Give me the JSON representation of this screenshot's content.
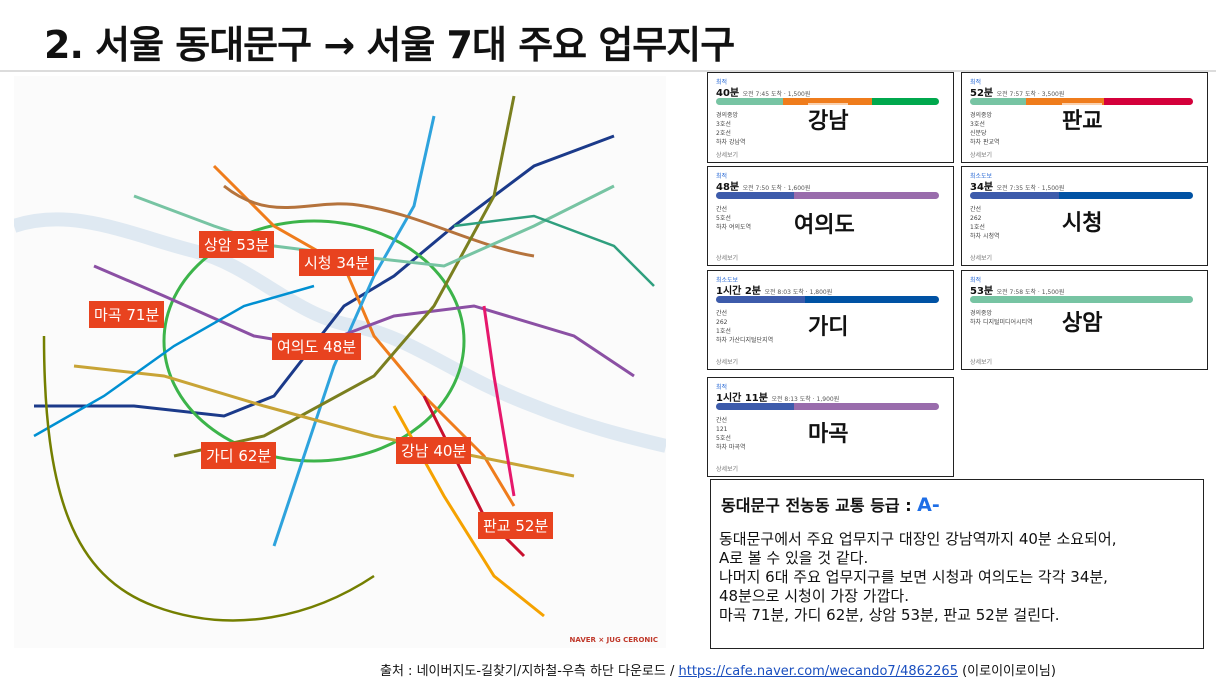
{
  "title": {
    "prefix": "2. 서울 ",
    "bold": "동대문구",
    "suffix": " → 서울 7대 주요 업무지구"
  },
  "map": {
    "credit": "NAVER × JUG CERONIC",
    "tags": [
      {
        "text": "상암 53분"
      },
      {
        "text": "시청 34분"
      },
      {
        "text": "마곡 71분"
      },
      {
        "text": "여의도 48분"
      },
      {
        "text": "강남 40분"
      },
      {
        "text": "가디 62분"
      },
      {
        "text": "판교 52분"
      }
    ]
  },
  "cards": [
    {
      "name": "강남",
      "kind": "최적",
      "time": "40분",
      "detail": "오전 7:45 도착 · 1,500원",
      "rows": [
        "경의중앙",
        "3호선",
        "2호선",
        "하차 강남역"
      ],
      "more": "상세보기",
      "colors": [
        "#77c4a3",
        "#ef7c1c",
        "#00a84d"
      ]
    },
    {
      "name": "판교",
      "kind": "최적",
      "time": "52분",
      "detail": "오전 7:57 도착 · 3,500원",
      "rows": [
        "경의중앙",
        "3호선",
        "신분당",
        "하차 판교역"
      ],
      "more": "상세보기",
      "colors": [
        "#77c4a3",
        "#ef7c1c",
        "#d4003b"
      ]
    },
    {
      "name": "여의도",
      "kind": "최적",
      "time": "48분",
      "detail": "오전 7:50 도착 · 1,600원",
      "rows": [
        "간선",
        "5호선",
        "하차 여의도역"
      ],
      "more": "상세보기",
      "colors": [
        "#3d5bab",
        "#996cac"
      ]
    },
    {
      "name": "시청",
      "kind": "최소도보",
      "time": "34분",
      "detail": "오전 7:35 도착 · 1,500원",
      "rows": [
        "간선",
        "262",
        "1호선",
        "하차 시청역"
      ],
      "more": "상세보기",
      "colors": [
        "#3d5bab",
        "#0052a4"
      ]
    },
    {
      "name": "가디",
      "kind": "최소도보",
      "time": "1시간 2분",
      "detail": "오전 8:03 도착 · 1,800원",
      "rows": [
        "간선",
        "262",
        "1호선",
        "하차 가산디지털단지역"
      ],
      "more": "상세보기",
      "colors": [
        "#3d5bab",
        "#0052a4"
      ]
    },
    {
      "name": "상암",
      "kind": "최적",
      "time": "53분",
      "detail": "오전 7:58 도착 · 1,500원",
      "rows": [
        "경의중앙",
        "하차 디지털미디어시티역"
      ],
      "more": "상세보기",
      "colors": [
        "#77c4a3"
      ]
    },
    {
      "name": "마곡",
      "kind": "최적",
      "time": "1시간 11분",
      "detail": "오전 8:13 도착 · 1,900원",
      "rows": [
        "간선",
        "121",
        "5호선",
        "하차 마곡역"
      ],
      "more": "상세보기",
      "colors": [
        "#3d5bab",
        "#996cac"
      ]
    }
  ],
  "info": {
    "heading": "동대문구 전농동 교통 등급 : ",
    "grade": "A-",
    "lines": [
      "동대문구에서 주요 업무지구 대장인 강남역까지 40분 소요되어,",
      "A로 볼 수 있을 것 같다.",
      "나머지 6대 주요 업무지구를 보면 시청과 여의도는 각각 34분,",
      "48분으로 시청이 가장 가깝다.",
      "마곡 71분, 가디 62분, 상암 53분, 판교 52분 걸린다."
    ]
  },
  "source": {
    "prefix": "출처 : 네이버지도-길찾기/지하철-우측 하단 다운로드 / ",
    "link": "https://cafe.naver.com/wecando7/4862265",
    "suffix": " (이로이이로이님)"
  }
}
